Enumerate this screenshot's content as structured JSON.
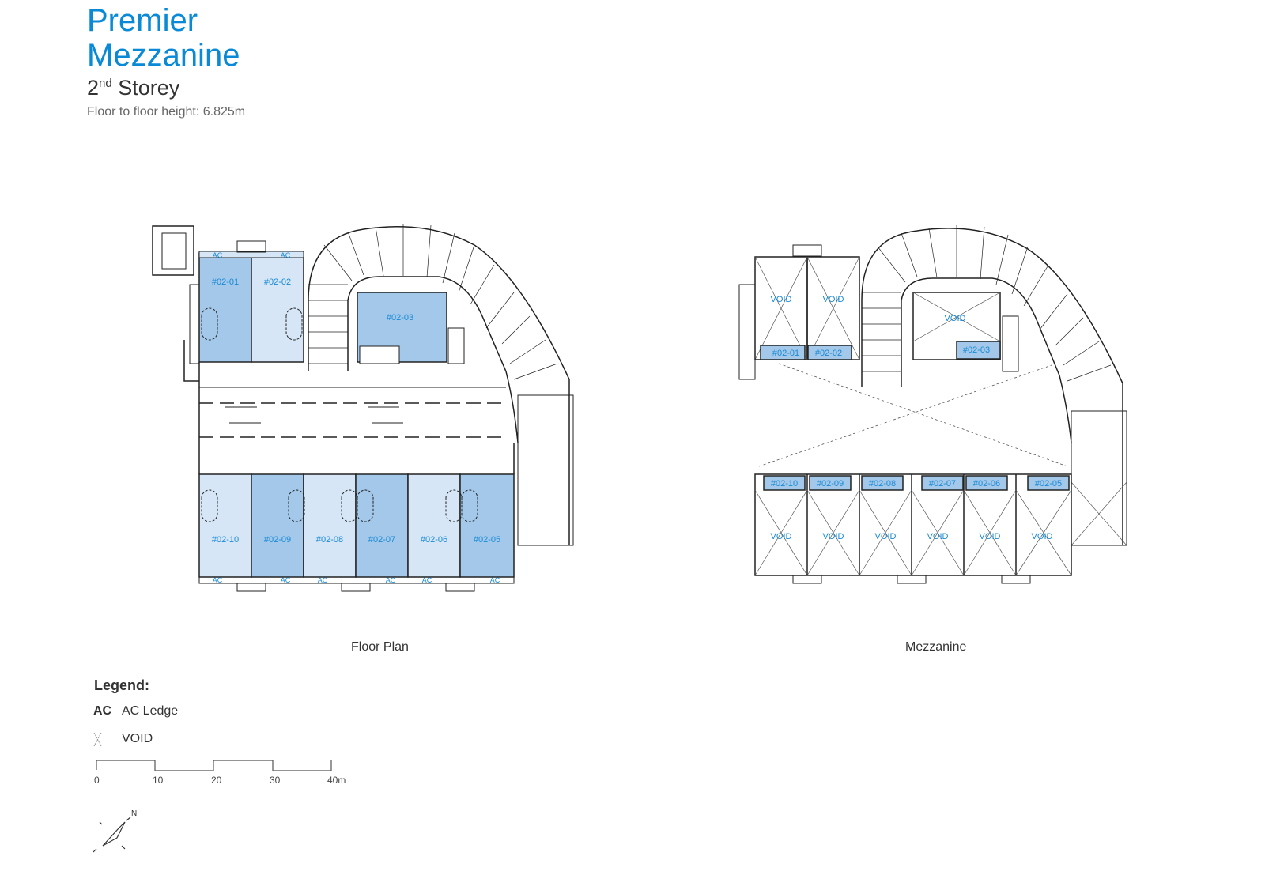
{
  "header": {
    "title_line1": "Premier",
    "title_line2": "Mezzanine",
    "storey_number": "2",
    "storey_suffix": "nd",
    "storey_word": "Storey",
    "floor_height": "Floor to floor height: 6.825m"
  },
  "floor_plan": {
    "caption": "Floor Plan",
    "units_top": [
      "#02-01",
      "#02-02",
      "#02-03"
    ],
    "units_bottom": [
      "#02-10",
      "#02-09",
      "#02-08",
      "#02-07",
      "#02-06",
      "#02-05"
    ],
    "ac_label": "AC"
  },
  "mezzanine": {
    "caption": "Mezzanine",
    "units_top": [
      "#02-01",
      "#02-02",
      "#02-03"
    ],
    "units_bottom": [
      "#02-10",
      "#02-09",
      "#02-08",
      "#02-07",
      "#02-06",
      "#02-05"
    ],
    "void_label": "VOID"
  },
  "legend": {
    "heading": "Legend:",
    "items": [
      {
        "symbol": "AC",
        "label": "AC Ledge"
      },
      {
        "symbol": "void-cross-icon",
        "label": "VOID"
      }
    ]
  },
  "scale_bar": {
    "ticks": [
      "0",
      "10",
      "20",
      "30",
      "40m"
    ]
  },
  "north_arrow": {
    "label": "N"
  },
  "colors": {
    "brand": "#0a8ad6",
    "unit_light": "#d6e6f6",
    "unit_dark": "#a3c8ea",
    "unit_text": "#1a8ad4"
  }
}
